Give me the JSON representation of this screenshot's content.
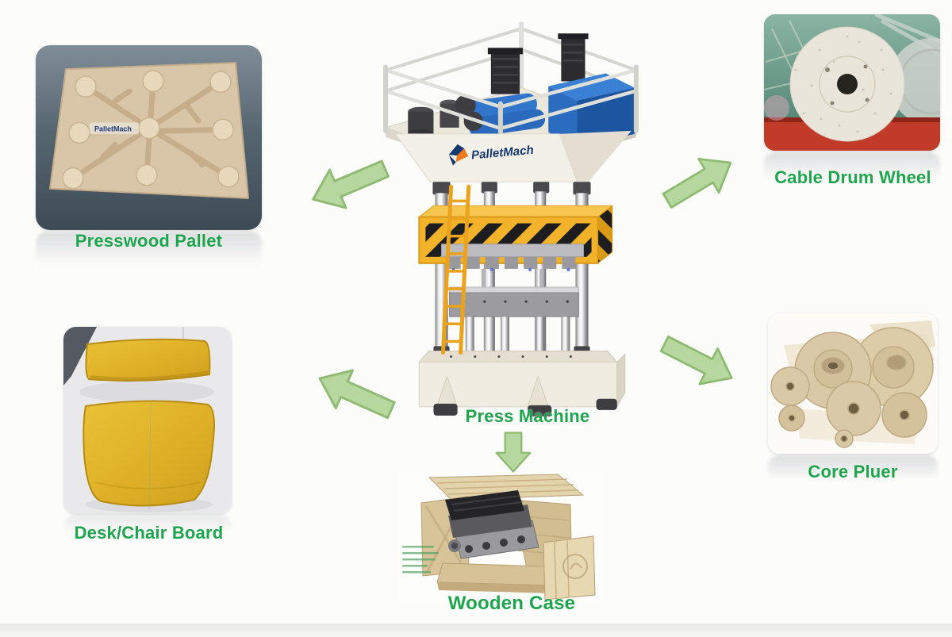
{
  "page": {
    "background_color": "#fcfcfb"
  },
  "center_machine": {
    "label": "Press Machine",
    "brand_logo": "PalletMach"
  },
  "products": [
    {
      "id": "presswood-pallet",
      "label": "Presswood Pallet",
      "position": "top-left",
      "watermark": "PalletMach"
    },
    {
      "id": "cable-drum-wheel",
      "label": "Cable Drum Wheel",
      "position": "top-right"
    },
    {
      "id": "desk-chair-board",
      "label": "Desk/Chair Board",
      "position": "bottom-left"
    },
    {
      "id": "core-pluer",
      "label": "Core Pluer",
      "position": "bottom-right"
    },
    {
      "id": "wooden-case",
      "label": "Wooden Case",
      "position": "bottom-center"
    }
  ],
  "arrows": [
    {
      "from": "press-machine",
      "to": "presswood-pallet",
      "direction": "up-left"
    },
    {
      "from": "press-machine",
      "to": "cable-drum-wheel",
      "direction": "up-right"
    },
    {
      "from": "press-machine",
      "to": "desk-chair-board",
      "direction": "down-left"
    },
    {
      "from": "press-machine",
      "to": "core-pluer",
      "direction": "down-right"
    },
    {
      "from": "press-machine",
      "to": "wooden-case",
      "direction": "down"
    }
  ],
  "colors": {
    "label_green": "#1da44c",
    "arrow_fill": "#b6d89e",
    "arrow_stroke": "#8eba72",
    "hazard_yellow": "#f2b32a",
    "machine_cream": "#f1ede3",
    "hydraulic_blue": "#2b6cc0",
    "logo_navy": "#16396e",
    "logo_orange": "#f07a1e"
  }
}
